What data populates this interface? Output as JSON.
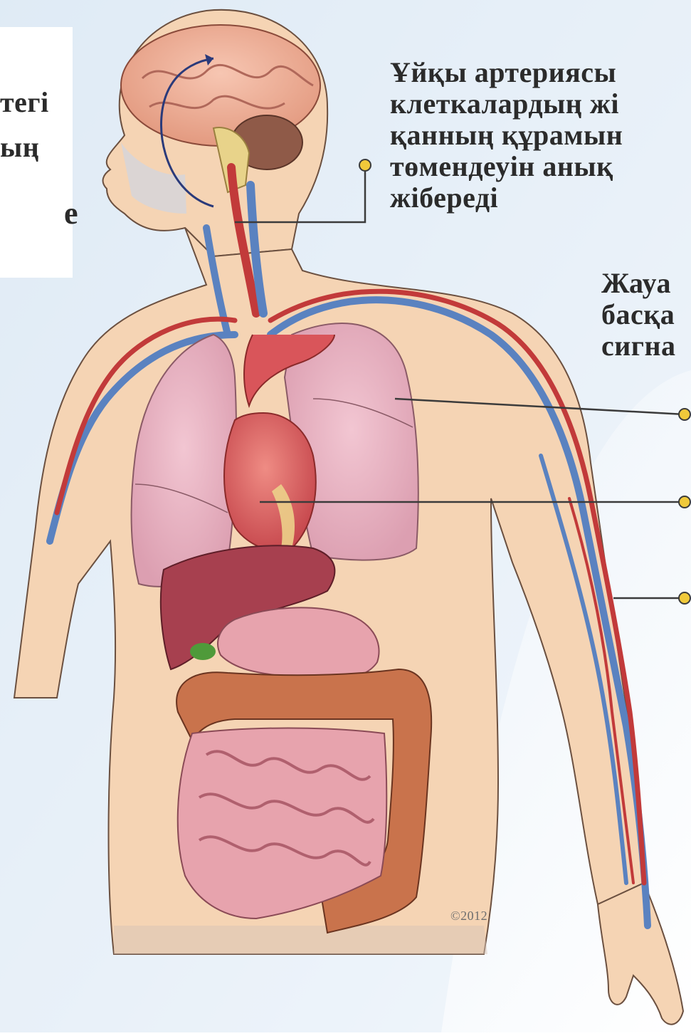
{
  "labels": {
    "left_line1": "тегі",
    "left_line2": "ың",
    "left_line3": "е",
    "carotid": "Ұйқы артериясы\nклеткалардың жі\nқанның құрамын\nтөмендеуін анық\nжібереді",
    "vessel": "Жауа\nбасқа\nсигна",
    "copyright": "©2012"
  },
  "colors": {
    "skin": "#f5d4b4",
    "skin_shadow": "#e8b994",
    "background_tint": "#dbe8f3",
    "artery": "#c23a3a",
    "vein": "#5a82c0",
    "lung": "#eab3c2",
    "heart": "#d9555a",
    "liver": "#a7404f",
    "intestine": "#e7a3ad",
    "colon": "#c9734c",
    "brain": "#f2b39c",
    "callout_line": "#3b3b3b",
    "callout_dot": "#f0c93a"
  },
  "callouts": [
    "carotid",
    "lungs",
    "heart",
    "arm"
  ]
}
